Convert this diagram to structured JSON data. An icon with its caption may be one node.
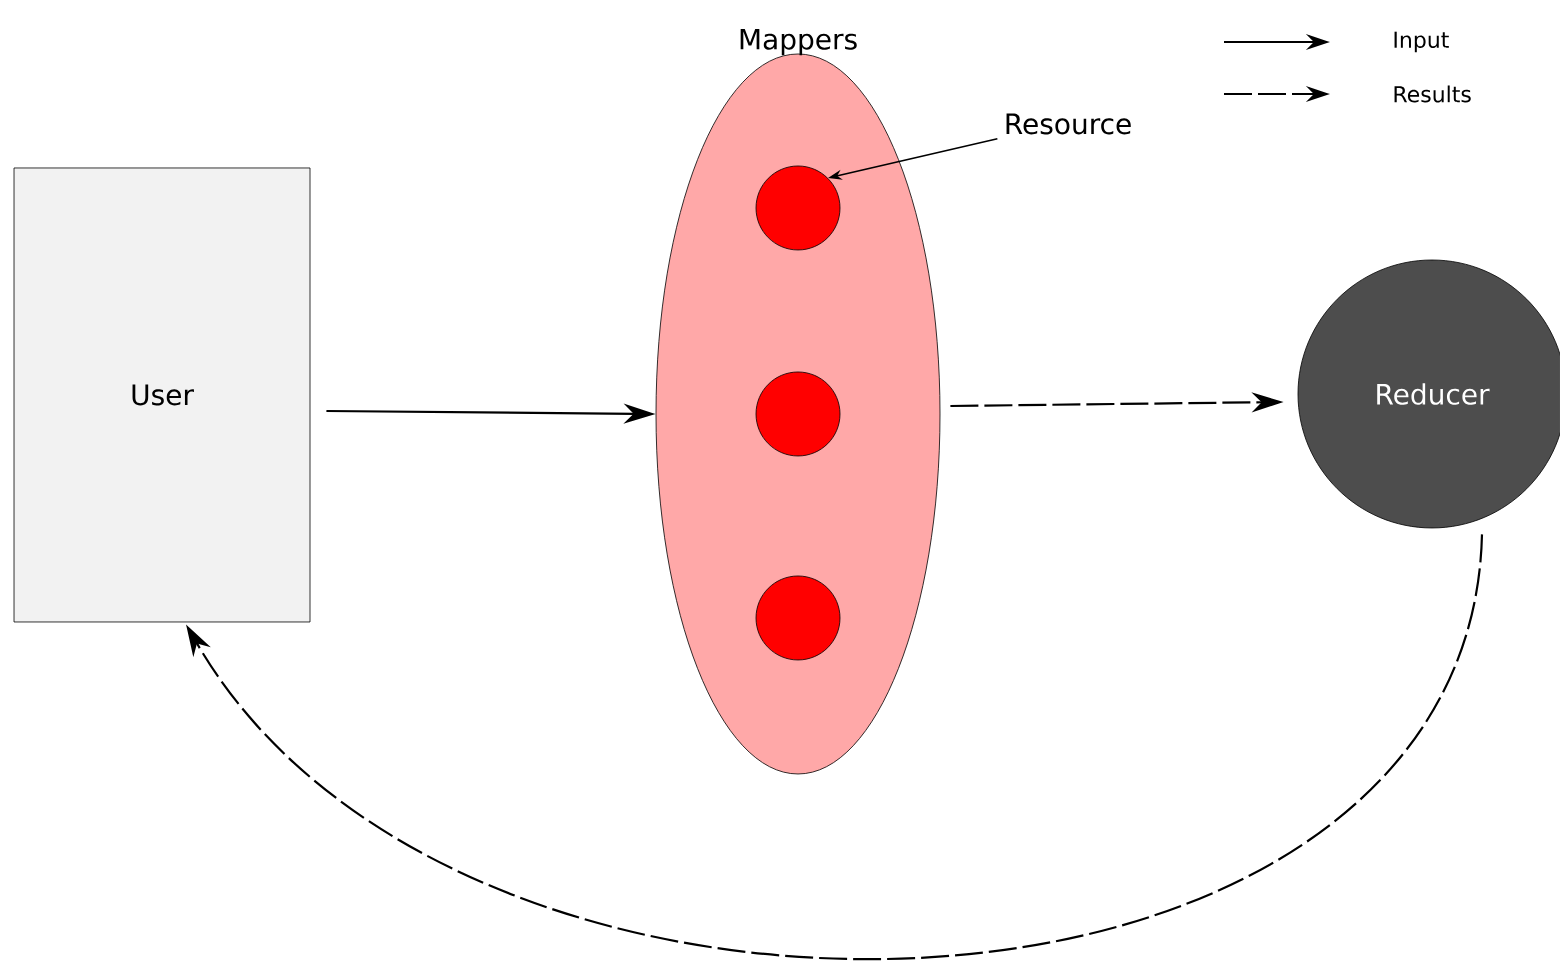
{
  "diagram": {
    "nodes": [
      {
        "text": [
          "User"
        ]
      },
      {
        "text": [
          "Mappers"
        ]
      },
      {
        "text": [],
        "shape": "circle",
        "in": 1
      },
      {
        "text": [],
        "shape": "circle",
        "in": 1
      },
      {
        "text": [],
        "shape": "circle",
        "in": 1
      },
      {
        "text": [
          "Resource"
        ]
      },
      {
        "text": [
          "Reducer"
        ]
      }
    ],
    "edges": [
      {
        "from": 0,
        "to": 1,
        "arrow": "to"
      },
      {
        "from": 1,
        "to": 6,
        "arrow": "to",
        "style": "dashed"
      },
      {
        "from": 6,
        "to": 0,
        "arrow": "to",
        "style": "dashed"
      },
      {
        "from": 5,
        "to": 2,
        "arrow": "to"
      }
    ],
    "legend": [
      {
        "text": "Input"
      },
      {
        "text": "Results"
      }
    ]
  }
}
